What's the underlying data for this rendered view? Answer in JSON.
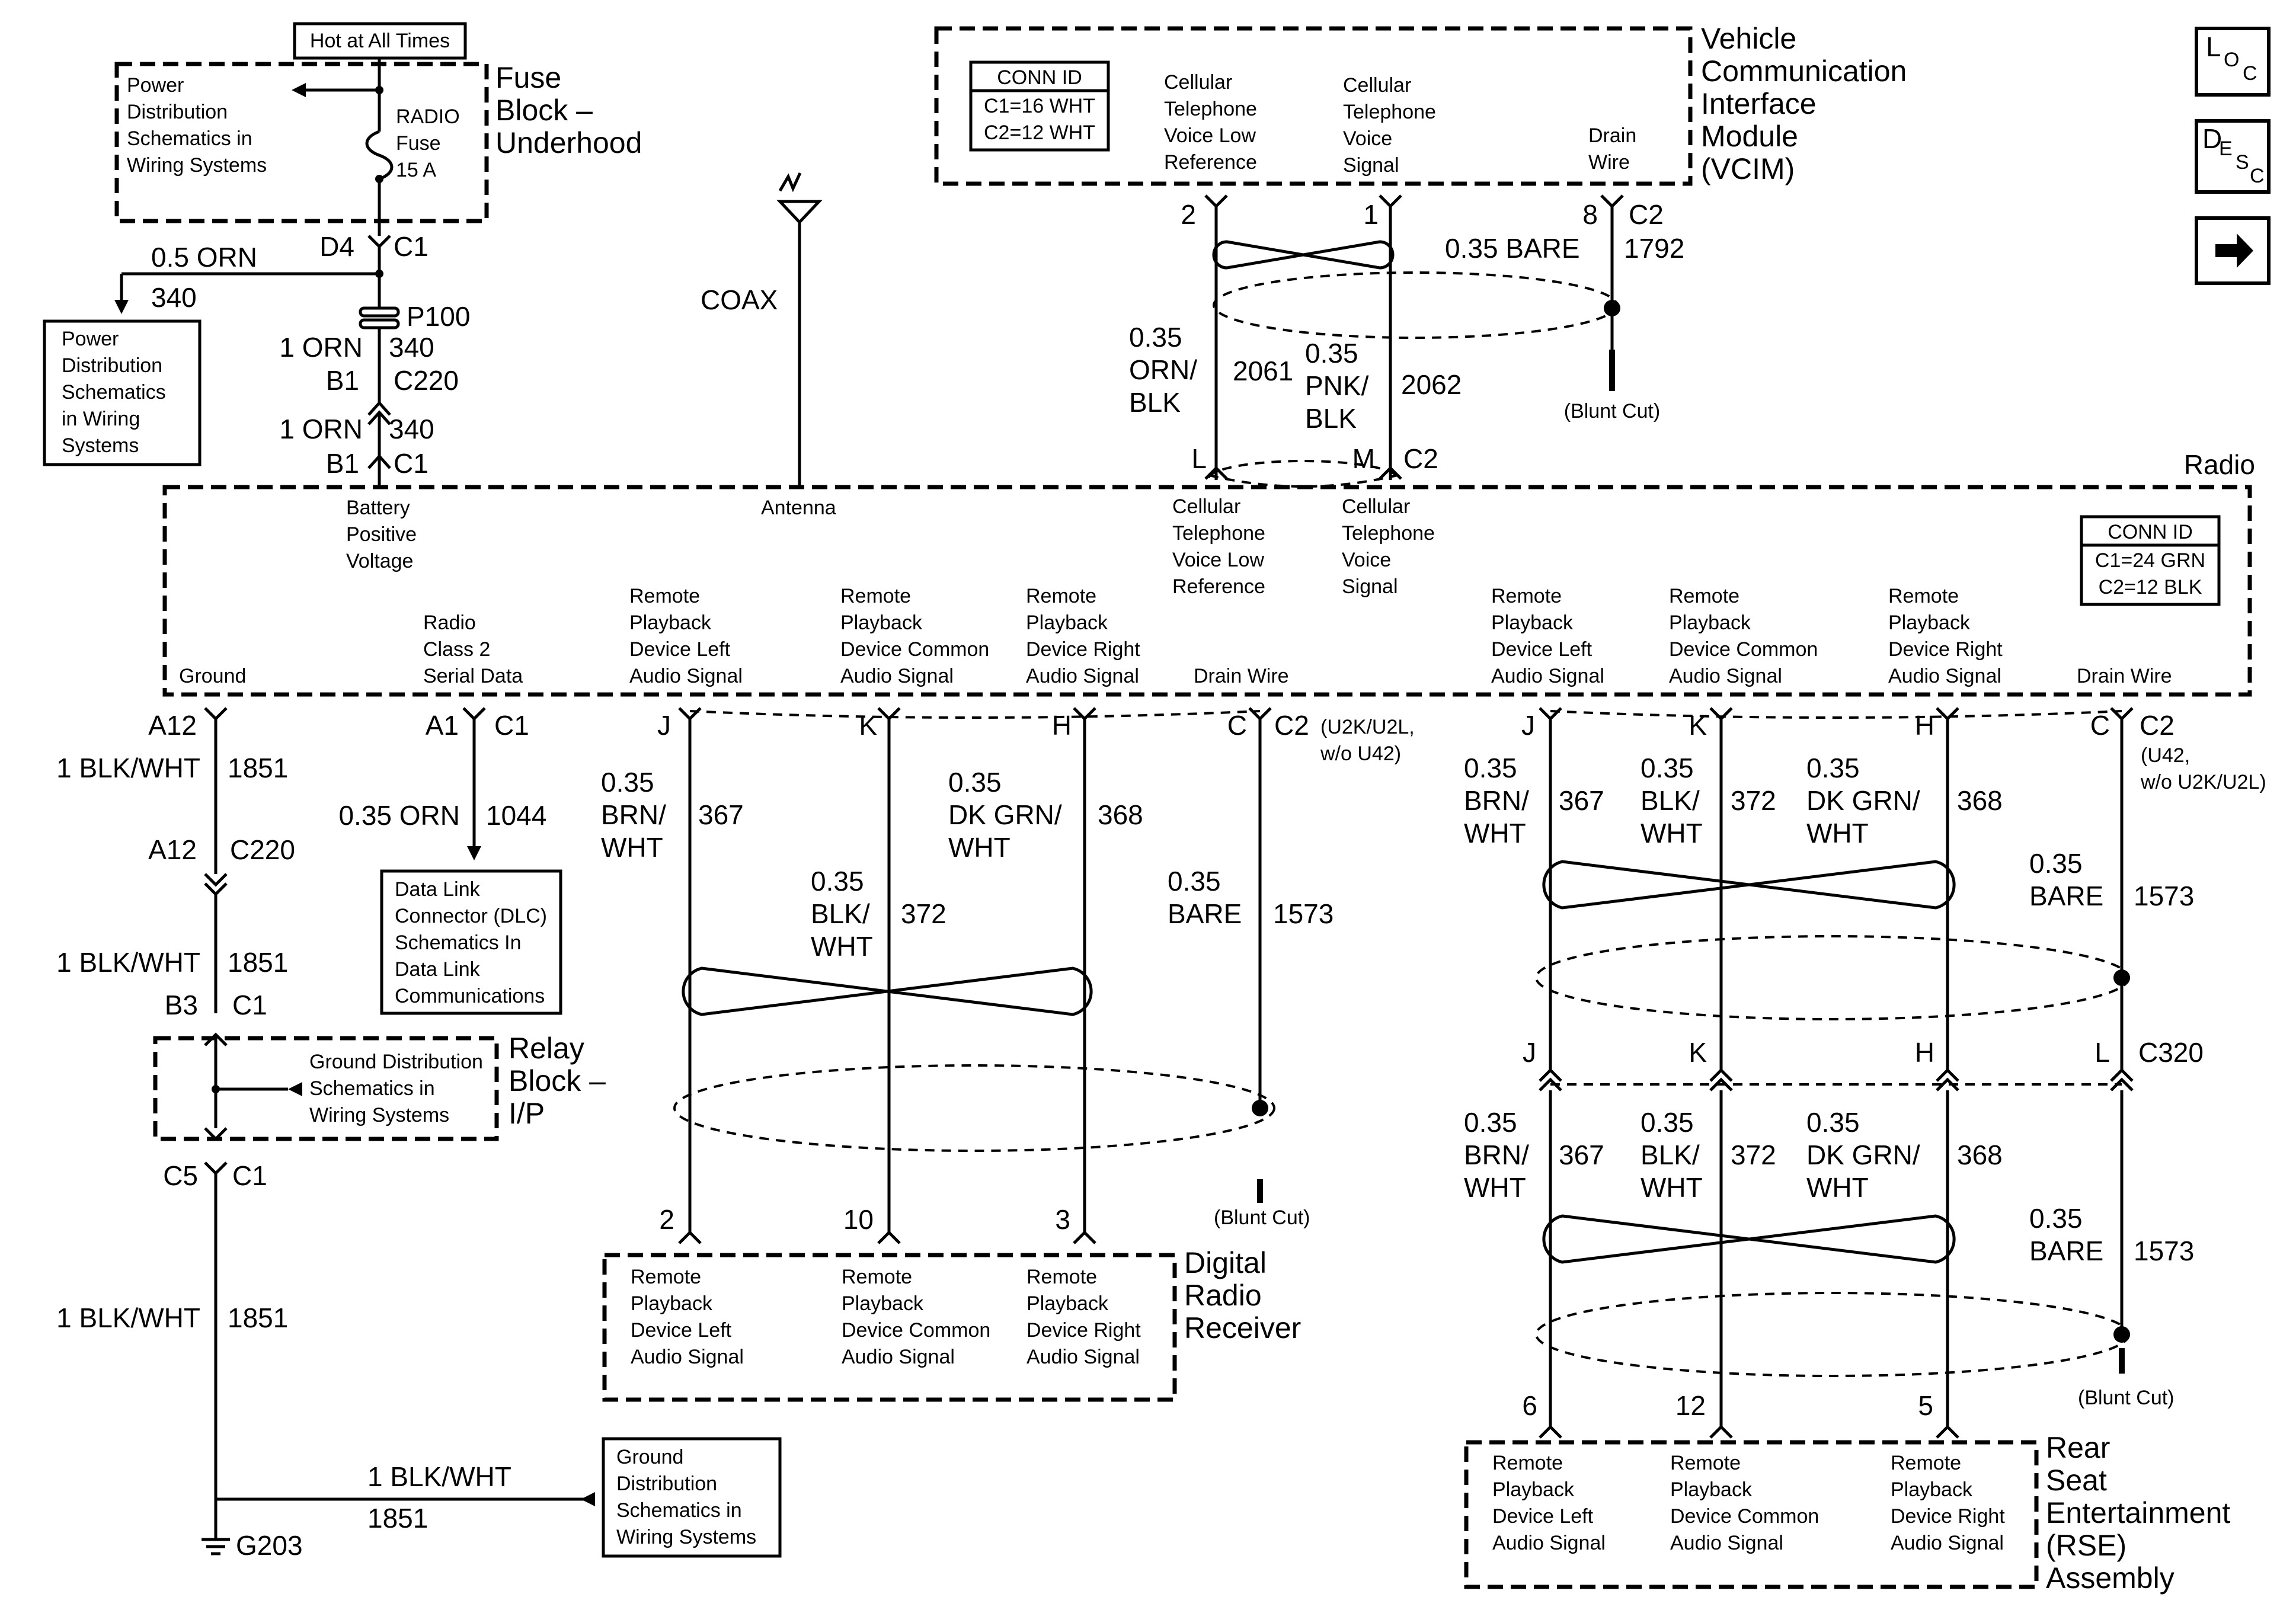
{
  "fuse_block": {
    "hot_label": "Hot at All Times",
    "power_ref": [
      "Power",
      "Distribution",
      "Schematics in",
      "Wiring Systems"
    ],
    "fuse_label": [
      "RADIO",
      "Fuse",
      "15 A"
    ],
    "title": [
      "Fuse",
      "Block –",
      "Underhood"
    ],
    "conn_pin": "D4",
    "conn_id": "C1"
  },
  "power_branch": {
    "wire": "0.5 ORN",
    "circuit": "340",
    "ref": [
      "Power",
      "Distribution",
      "Schematics",
      "in Wiring",
      "Systems"
    ]
  },
  "battery_feed": {
    "splice": "P100",
    "wire1": "1 ORN",
    "circ1": "340",
    "pin1": "B1",
    "conn1": "C220",
    "wire2": "1 ORN",
    "circ2": "340",
    "pin2": "B1",
    "conn2": "C1"
  },
  "antenna": {
    "coax": "COAX"
  },
  "vcim": {
    "conn_id_title": "CONN ID",
    "conn_c1": "C1=16 WHT",
    "conn_c2": "C2=12 WHT",
    "sig_low": [
      "Cellular",
      "Telephone",
      "Voice Low",
      "Reference"
    ],
    "sig_voice": [
      "Cellular",
      "Telephone",
      "Voice",
      "Signal"
    ],
    "drain": [
      "Drain",
      "Wire"
    ],
    "title": [
      "Vehicle",
      "Communication",
      "Interface",
      "Module",
      "(VCIM)"
    ],
    "pin_low": "2",
    "pin_voice": "1",
    "pin_drain": "8",
    "conn": "C2",
    "drain_wire": "0.35 BARE",
    "drain_circuit": "1792",
    "blunt_cut": "(Blunt Cut)",
    "wire_low": [
      "0.35",
      "ORN/",
      "BLK"
    ],
    "circ_low": "2061",
    "wire_voice": [
      "0.35",
      "PNK/",
      "BLK"
    ],
    "circ_voice": "2062",
    "radio_pin_low": "L",
    "radio_pin_voice": "M",
    "radio_conn": "C2"
  },
  "radio": {
    "title": "Radio",
    "conn_id_title": "CONN ID",
    "conn_c1": "C1=24 GRN",
    "conn_c2": "C2=12 BLK",
    "top_labels": {
      "battery": [
        "Battery",
        "Positive",
        "Voltage"
      ],
      "antenna": [
        "Antenna"
      ],
      "cell_low": [
        "Cellular",
        "Telephone",
        "Voice Low",
        "Reference"
      ],
      "cell_voice": [
        "Cellular",
        "Telephone",
        "Voice",
        "Signal"
      ]
    },
    "bottom_labels": {
      "ground": [
        "Ground"
      ],
      "class2": [
        "Radio",
        "Class 2",
        "Serial Data"
      ],
      "left1": [
        "Remote",
        "Playback",
        "Device Left",
        "Audio Signal"
      ],
      "common1": [
        "Remote",
        "Playback",
        "Device Common",
        "Audio Signal"
      ],
      "right1": [
        "Remote",
        "Playback",
        "Device Right",
        "Audio Signal"
      ],
      "drain1": [
        "Drain Wire"
      ],
      "left2": [
        "Remote",
        "Playback",
        "Device Left",
        "Audio Signal"
      ],
      "common2": [
        "Remote",
        "Playback",
        "Device Common",
        "Audio Signal"
      ],
      "right2": [
        "Remote",
        "Playback",
        "Device Right",
        "Audio Signal"
      ],
      "drain2": [
        "Drain Wire"
      ]
    }
  },
  "ground_path": {
    "pin_a12": "A12",
    "wire1": "1 BLK/WHT",
    "circ1": "1851",
    "pin_a12b": "A12",
    "conn_c220": "C220",
    "wire2": "1 BLK/WHT",
    "circ2": "1851",
    "pin_b3": "B3",
    "conn_c1a": "C1",
    "relay_title": [
      "Relay",
      "Block –",
      "I/P"
    ],
    "ground_ref": [
      "Ground Distribution",
      "Schematics in",
      "Wiring Systems"
    ],
    "pin_c5": "C5",
    "conn_c1b": "C1",
    "wire3": "1 BLK/WHT",
    "circ3": "1851",
    "wire4": "1 BLK/WHT",
    "circ4": "1851",
    "ground_ref2": [
      "Ground",
      "Distribution",
      "Schematics in",
      "Wiring Systems"
    ],
    "ground": "G203"
  },
  "class2_path": {
    "pin": "A1",
    "conn": "C1",
    "wire": "0.35 ORN",
    "circuit": "1044",
    "dlc_ref": [
      "Data Link",
      "Connector (DLC)",
      "Schematics In",
      "Data Link",
      "Communications"
    ]
  },
  "drr_path": {
    "pin_j": "J",
    "pin_k": "K",
    "pin_h": "H",
    "pin_c": "C",
    "conn": "C2",
    "option": [
      "(U2K/U2L,",
      "w/o U42)"
    ],
    "wire_j": [
      "0.35",
      "BRN/",
      "WHT"
    ],
    "circ_j": "367",
    "wire_h": [
      "0.35",
      "DK GRN/",
      "WHT"
    ],
    "circ_h": "368",
    "wire_k": [
      "0.35",
      "BLK/",
      "WHT"
    ],
    "circ_k": "372",
    "wire_c": [
      "0.35",
      "BARE"
    ],
    "circ_c": "1573",
    "blunt_cut": "(Blunt Cut)",
    "pin_2": "2",
    "pin_10": "10",
    "pin_3": "3",
    "box_left": [
      "Remote",
      "Playback",
      "Device Left",
      "Audio Signal"
    ],
    "box_common": [
      "Remote",
      "Playback",
      "Device Common",
      "Audio Signal"
    ],
    "box_right": [
      "Remote",
      "Playback",
      "Device Right",
      "Audio Signal"
    ],
    "title": [
      "Digital",
      "Radio",
      "Receiver"
    ]
  },
  "rse_path": {
    "pin_j": "J",
    "pin_k": "K",
    "pin_h": "H",
    "pin_c": "C",
    "conn": "C2",
    "option": [
      "(U42,",
      "w/o U2K/U2L)"
    ],
    "wire_j": [
      "0.35",
      "BRN/",
      "WHT"
    ],
    "circ_j": "367",
    "wire_k": [
      "0.35",
      "BLK/",
      "WHT"
    ],
    "circ_k": "372",
    "wire_h": [
      "0.35",
      "DK GRN/",
      "WHT"
    ],
    "circ_h": "368",
    "wire_c": [
      "0.35",
      "BARE"
    ],
    "circ_c": "1573",
    "c320_j": "J",
    "c320_k": "K",
    "c320_h": "H",
    "c320_l": "L",
    "c320": "C320",
    "wire_j2": [
      "0.35",
      "BRN/",
      "WHT"
    ],
    "circ_j2": "367",
    "wire_k2": [
      "0.35",
      "BLK/",
      "WHT"
    ],
    "circ_k2": "372",
    "wire_h2": [
      "0.35",
      "DK GRN/",
      "WHT"
    ],
    "circ_h2": "368",
    "wire_c2": [
      "0.35",
      "BARE"
    ],
    "circ_c2": "1573",
    "blunt_cut": "(Blunt Cut)",
    "pin_6": "6",
    "pin_12": "12",
    "pin_5": "5",
    "box_left": [
      "Remote",
      "Playback",
      "Device Left",
      "Audio Signal"
    ],
    "box_common": [
      "Remote",
      "Playback",
      "Device Common",
      "Audio Signal"
    ],
    "box_right": [
      "Remote",
      "Playback",
      "Device Right",
      "Audio Signal"
    ],
    "title": [
      "Rear",
      "Seat",
      "Entertainment",
      "(RSE)",
      "Assembly"
    ]
  },
  "nav": {
    "loc": [
      "L",
      "O",
      "C"
    ],
    "desc": [
      "D",
      "E",
      "S",
      "C"
    ],
    "arrow_icon": "right-arrow-icon"
  }
}
